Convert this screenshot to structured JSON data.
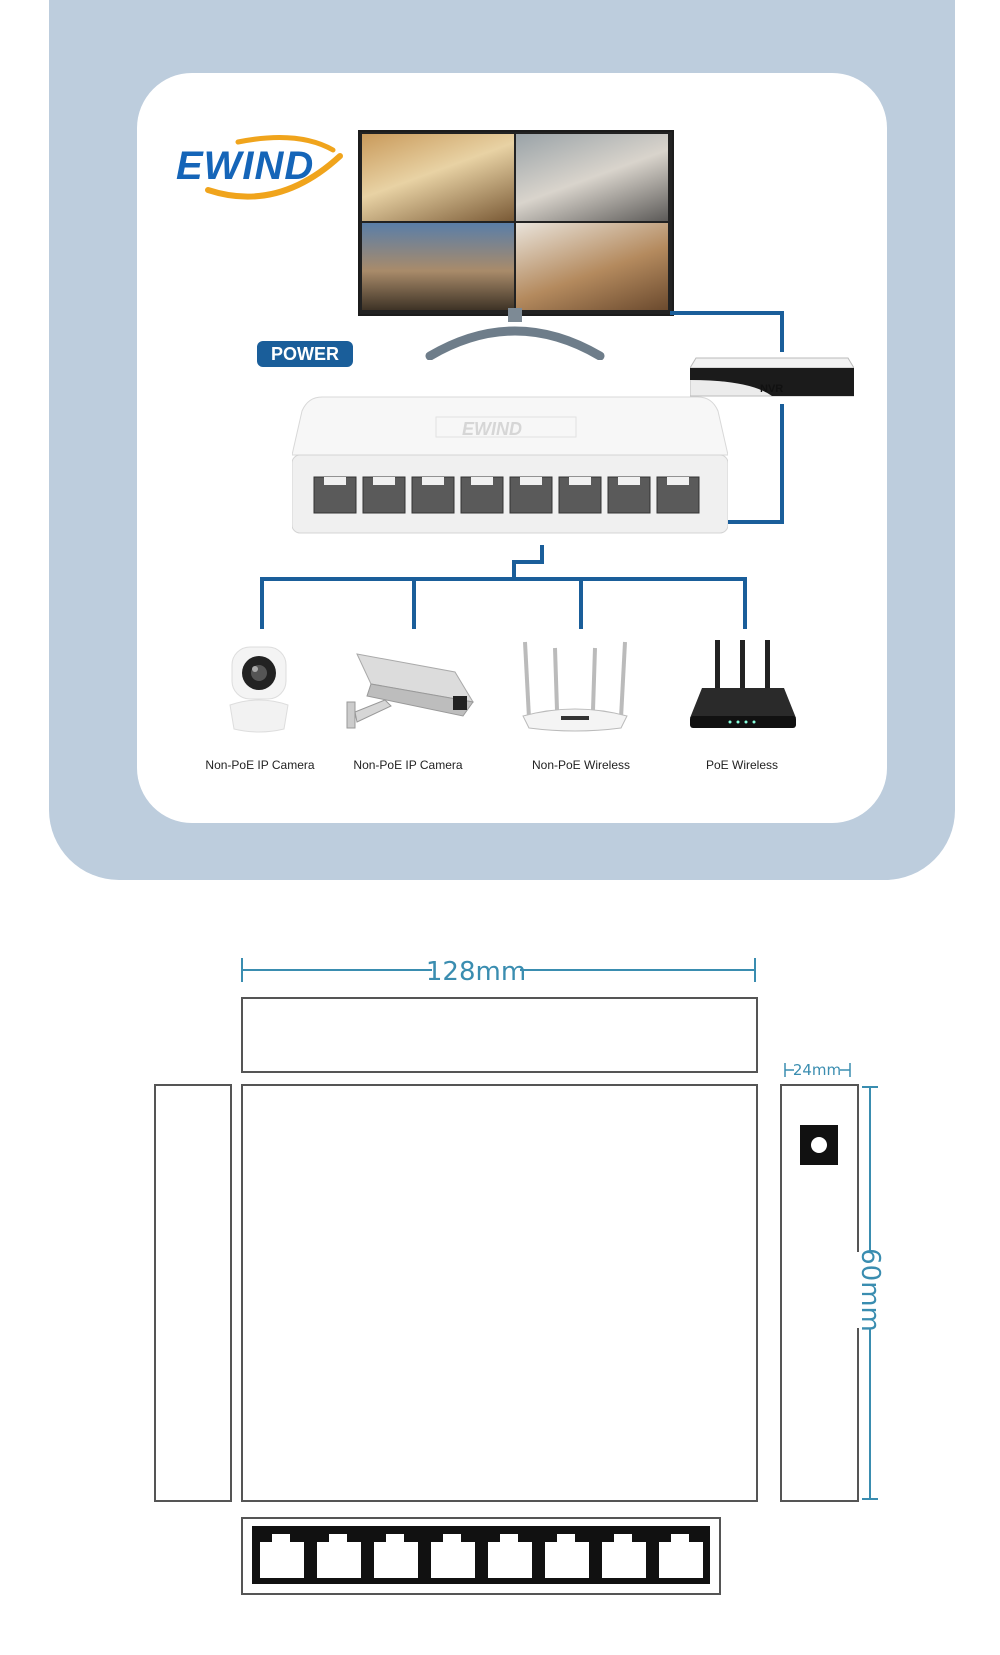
{
  "brand": {
    "name": "EWIND"
  },
  "power_label": "POWER",
  "nvr_label": "NVR",
  "switch_logo": "EWIND",
  "devices": [
    {
      "label": "Non-PoE IP Camera",
      "icon": "dome-camera-icon"
    },
    {
      "label": "Non-PoE IP Camera",
      "icon": "bullet-camera-icon"
    },
    {
      "label": "Non-PoE Wireless",
      "icon": "router-icon"
    },
    {
      "label": "PoE Wireless",
      "icon": "router-icon"
    }
  ],
  "dimensions": {
    "width": "128mm",
    "depth": "24mm",
    "height": "60mm"
  },
  "colors": {
    "panel_bg": "#bdcddd",
    "line": "#1a5e9a",
    "dimension": "#3a8db0"
  }
}
